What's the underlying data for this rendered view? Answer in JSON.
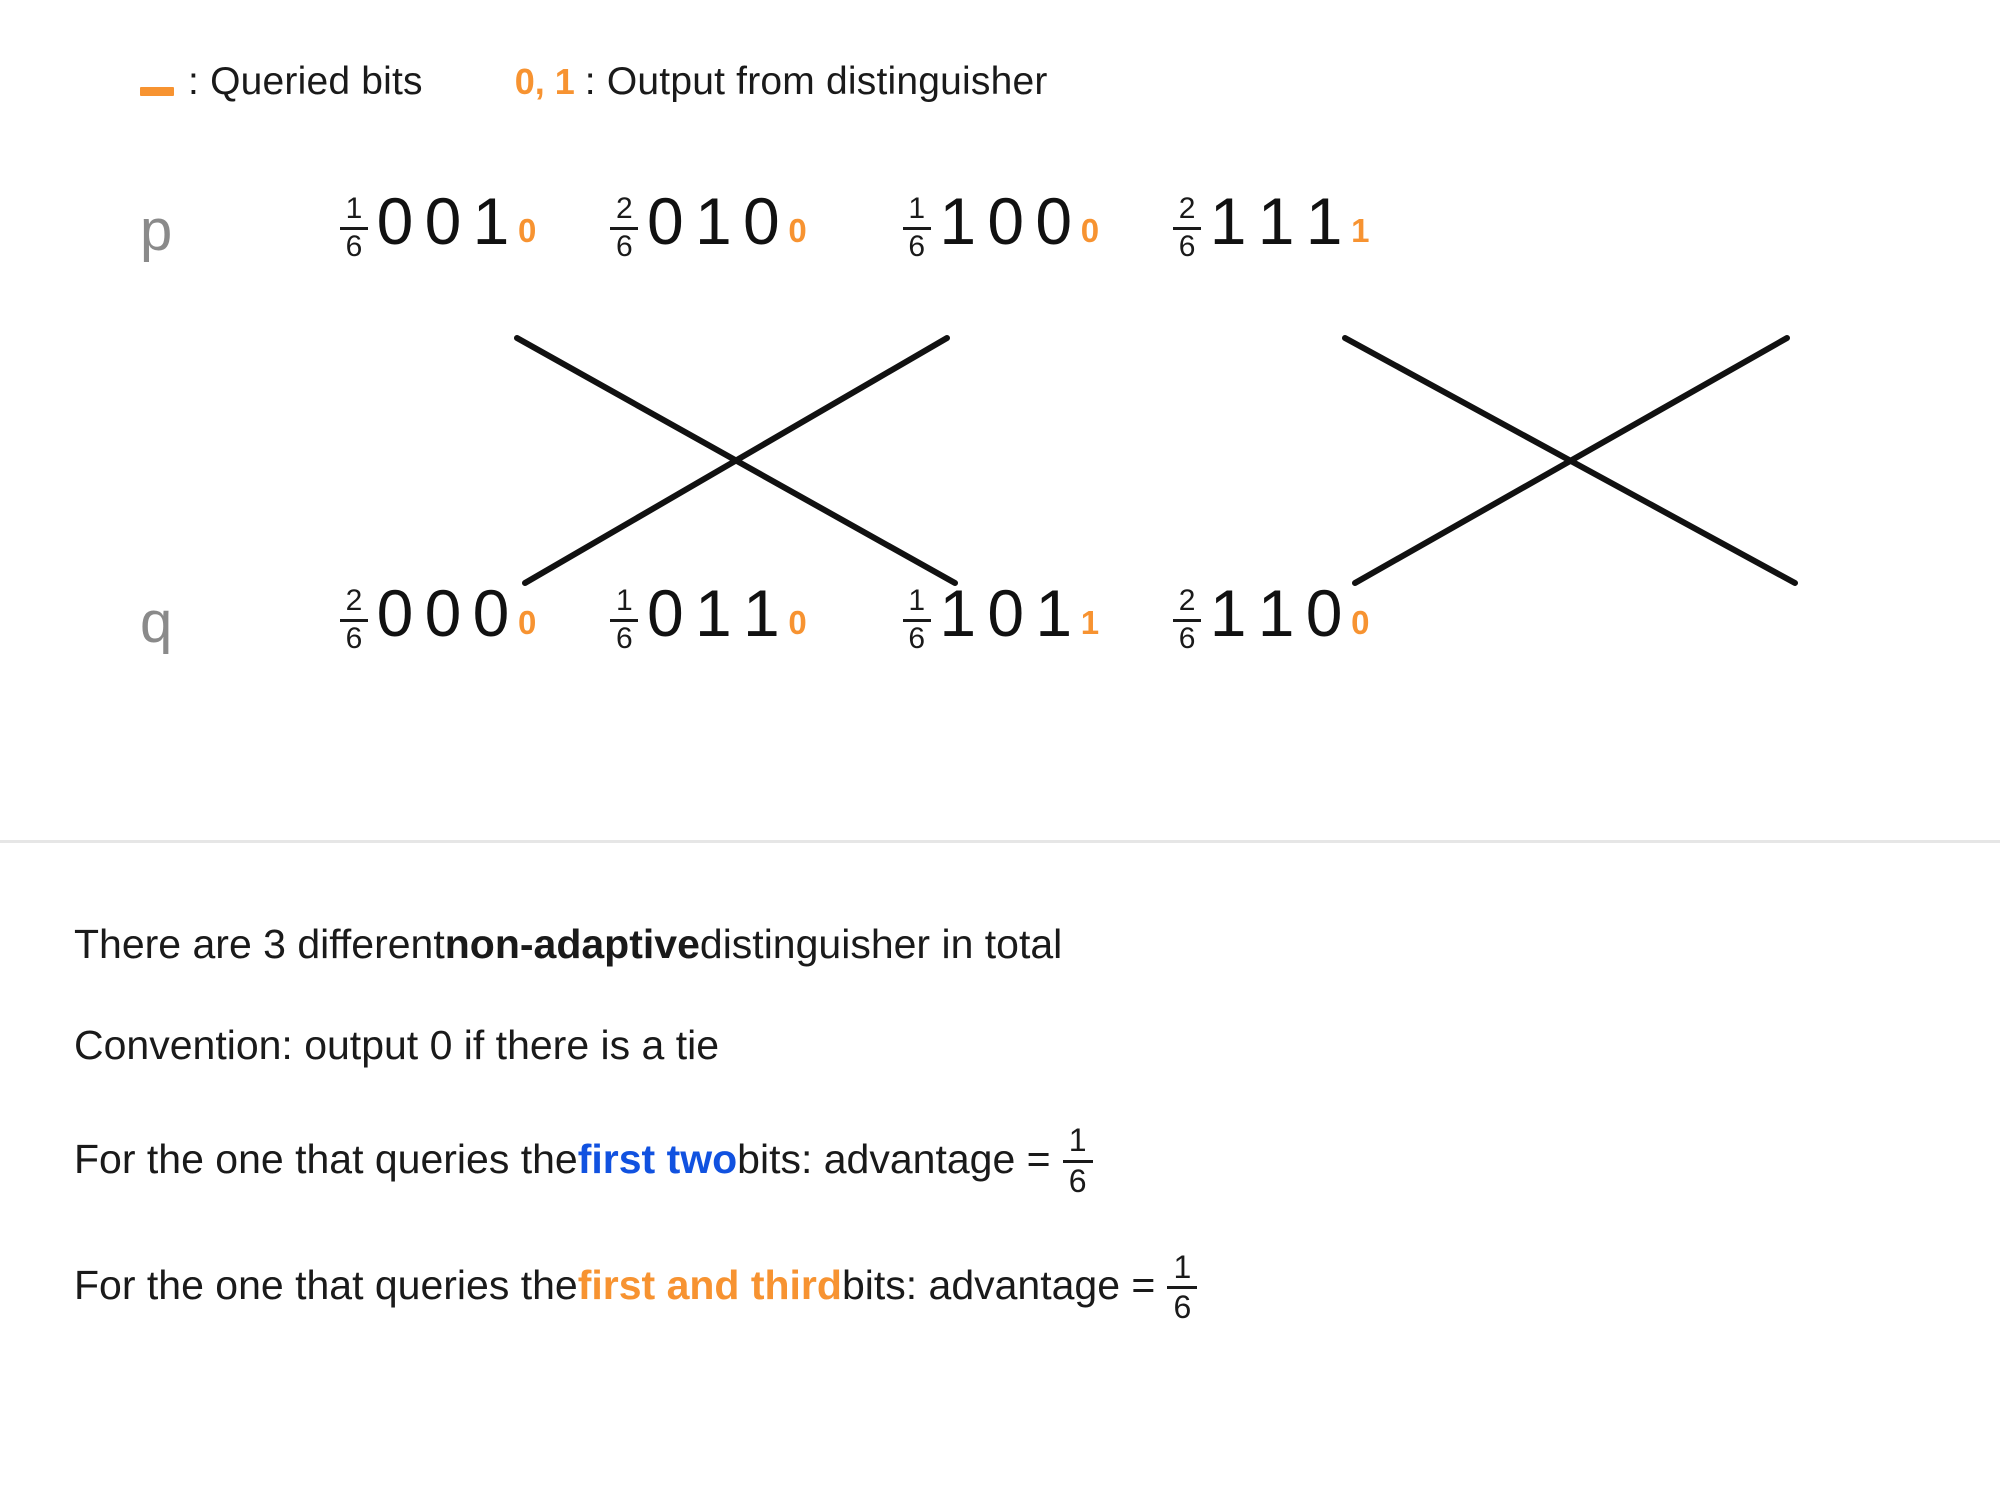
{
  "legend": {
    "dash_icon": "orange-dash-icon",
    "queried_label": ": Queried bits",
    "output_codes": "0, 1",
    "output_label": ": Output from distinguisher"
  },
  "colors": {
    "orange": "#f79331",
    "blue": "#1152e0",
    "label_gray": "#8a8a8a",
    "divider": "#e6e6e6"
  },
  "distributions": [
    {
      "name": "p",
      "groups": [
        {
          "prob_num": "1",
          "prob_den": "6",
          "bits": [
            "0",
            "0",
            "1"
          ],
          "queried": [
            true,
            false,
            true
          ],
          "output": "0"
        },
        {
          "prob_num": "2",
          "prob_den": "6",
          "bits": [
            "0",
            "1",
            "0"
          ],
          "queried": [
            true,
            false,
            true
          ],
          "output": "0"
        },
        {
          "prob_num": "1",
          "prob_den": "6",
          "bits": [
            "1",
            "0",
            "0"
          ],
          "queried": [
            true,
            false,
            true
          ],
          "output": "0"
        },
        {
          "prob_num": "2",
          "prob_den": "6",
          "bits": [
            "1",
            "1",
            "1"
          ],
          "queried": [
            true,
            true,
            false
          ],
          "output": "1"
        }
      ]
    },
    {
      "name": "q",
      "groups": [
        {
          "prob_num": "2",
          "prob_den": "6",
          "bits": [
            "0",
            "0",
            "0"
          ],
          "queried": [
            true,
            false,
            true
          ],
          "output": "0"
        },
        {
          "prob_num": "1",
          "prob_den": "6",
          "bits": [
            "0",
            "1",
            "1"
          ],
          "queried": [
            true,
            false,
            true
          ],
          "output": "0"
        },
        {
          "prob_num": "1",
          "prob_den": "6",
          "bits": [
            "1",
            "0",
            "1"
          ],
          "queried": [
            true,
            false,
            true
          ],
          "output": "1"
        },
        {
          "prob_num": "2",
          "prob_den": "6",
          "bits": [
            "1",
            "1",
            "0"
          ],
          "queried": [
            true,
            true,
            false
          ],
          "output": "0"
        }
      ]
    }
  ],
  "notes": {
    "line1": {
      "pre": "There are 3 different ",
      "bold": "non-adaptive",
      "post": " distinguisher in total"
    },
    "line2": {
      "text": "Convention: output 0 if there is a tie"
    },
    "line3": {
      "pre": "For the one that queries the ",
      "hl": "first two",
      "post": " bits: advantage =",
      "frac_num": "1",
      "frac_den": "6"
    },
    "line4": {
      "pre": "For the one that queries the ",
      "hl": "first and third",
      "post": " bits: advantage =",
      "frac_num": "1",
      "frac_den": "6"
    }
  }
}
